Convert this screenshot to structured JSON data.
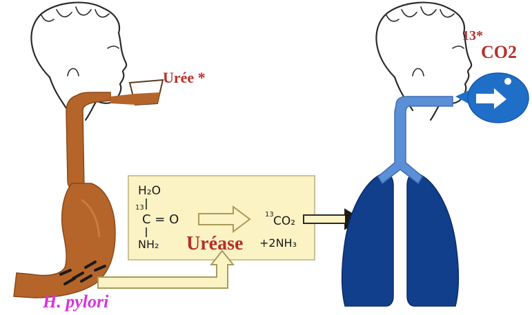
{
  "labels": {
    "uree": "Urée *",
    "co2_superscript": "13*",
    "co2": "CO2",
    "ureaase": "Uréase",
    "pathogen": "H. pylori"
  },
  "reaction": {
    "water": "H₂O",
    "isotope_c": "13",
    "carbon": "C = O",
    "amine": "NH₂",
    "product_isotope": "13",
    "product": "CO₂",
    "ammonia": "+2NH₃"
  },
  "colors": {
    "stomach": "#b5652a",
    "stomach_dark": "#8a4718",
    "lungs": "#123f8c",
    "airway": "#5b8fd6",
    "balloon": "#1f6fc9",
    "box_fill": "#fbf3c4",
    "box_border": "#b9b080",
    "label_red": "#b5302a",
    "label_pink": "#d933d9"
  }
}
